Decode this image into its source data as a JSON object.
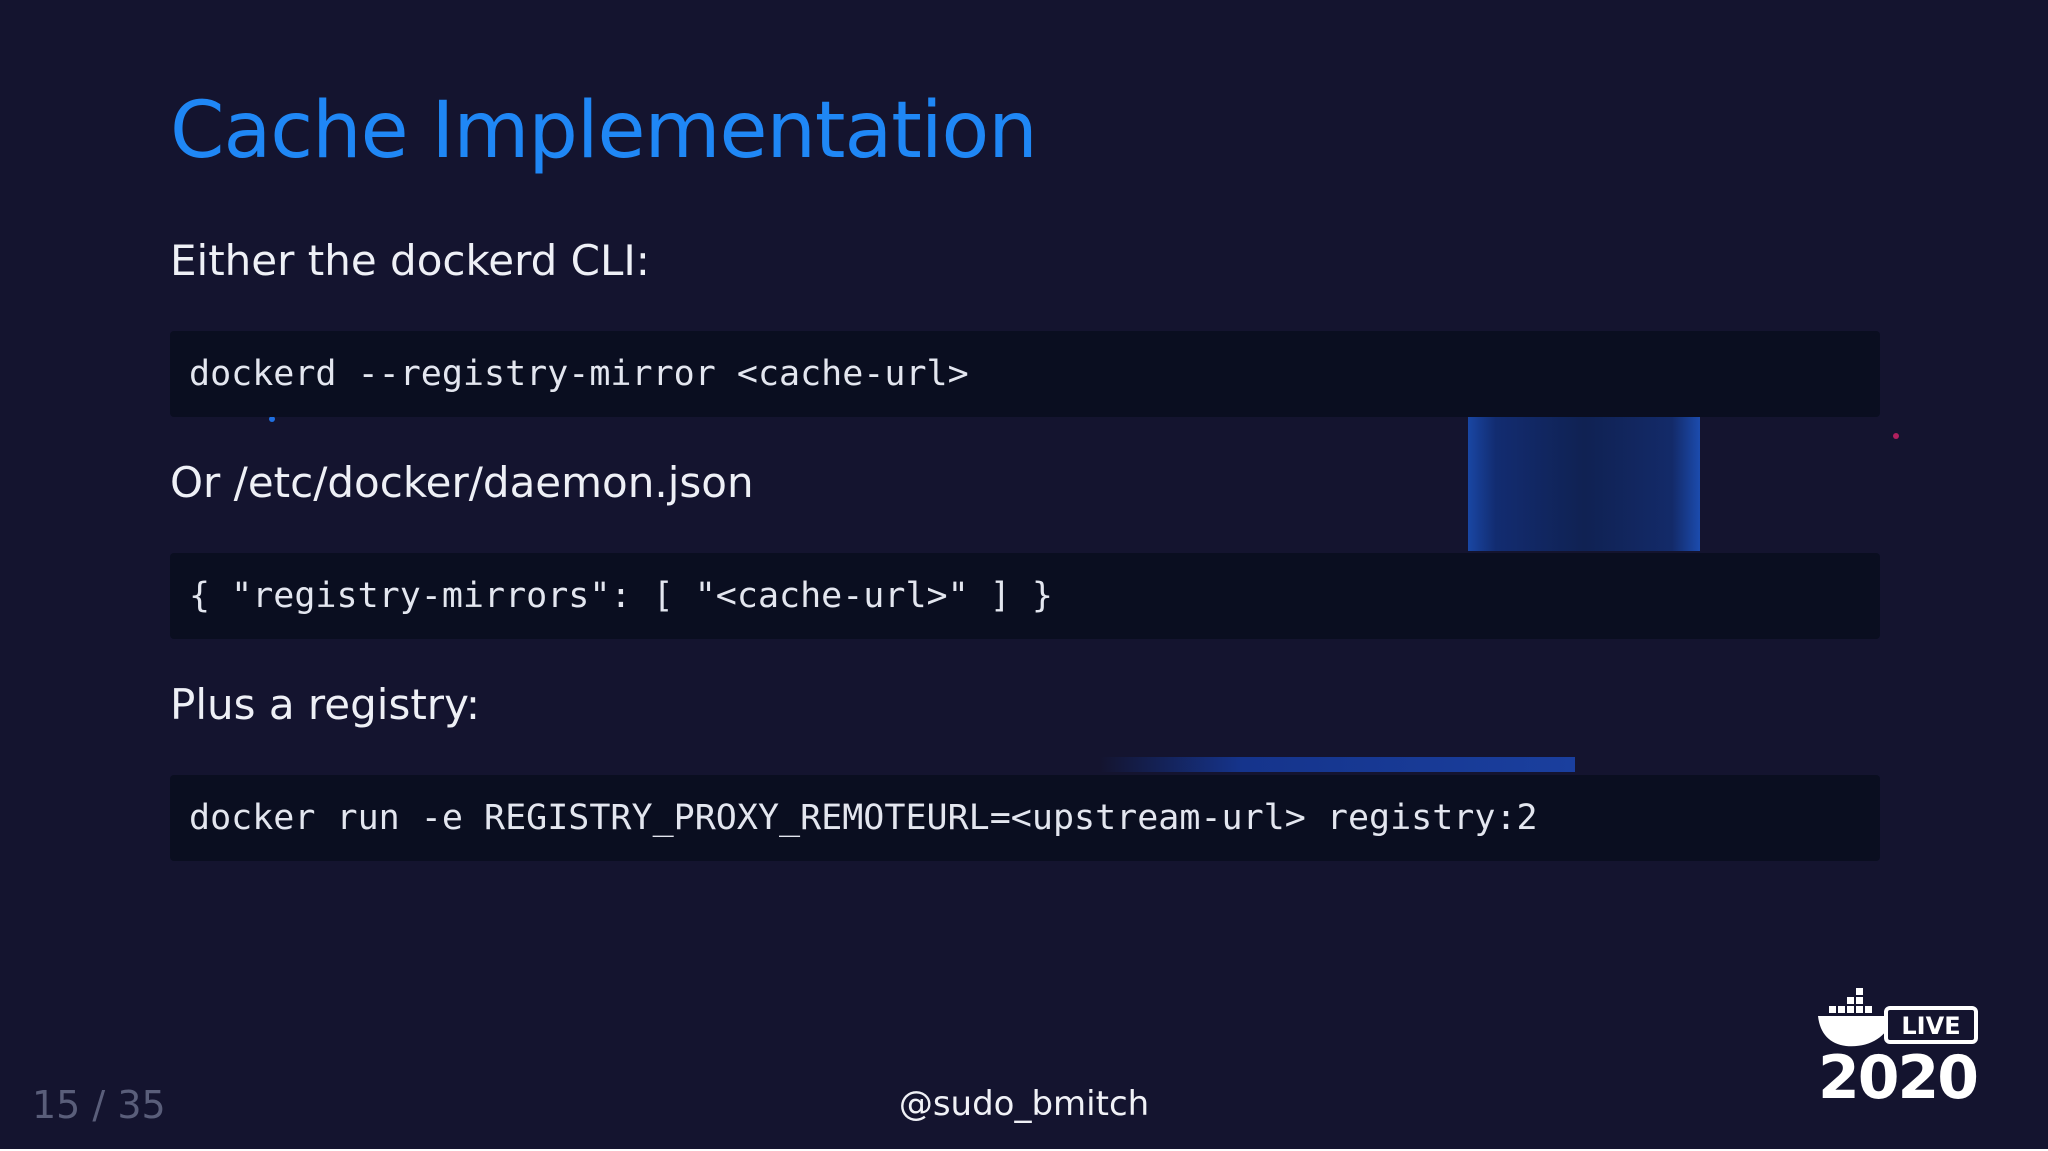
{
  "slide": {
    "title": "Cache Implementation",
    "sections": [
      {
        "text": "Either the dockerd CLI:",
        "code": "dockerd --registry-mirror <cache-url>"
      },
      {
        "text": "Or /etc/docker/daemon.json",
        "code": "{ \"registry-mirrors\": [ \"<cache-url>\" ] }"
      },
      {
        "text": "Plus a registry:",
        "code": "docker run -e REGISTRY_PROXY_REMOTEURL=<upstream-url> registry:2"
      }
    ]
  },
  "footer": {
    "page_number": "15 / 35",
    "handle": "@sudo_bmitch"
  },
  "logo": {
    "badge_text": "LIVE",
    "year": "2020",
    "icon": "docker-whale-icon"
  },
  "colors": {
    "background": "#14142f",
    "title": "#1f87f5",
    "code_background": "#0a0e20",
    "text": "#eef0f6",
    "page_number": "#5a5e7a"
  }
}
